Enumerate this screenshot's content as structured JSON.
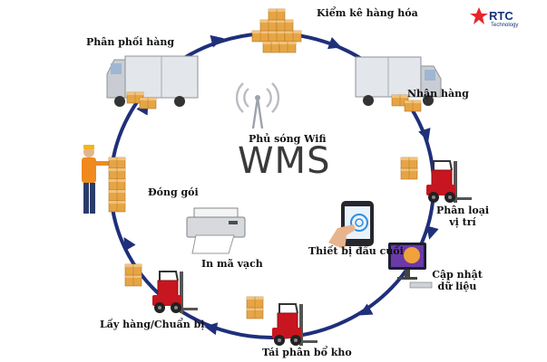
{
  "center_title": "WMS",
  "wifi_label": "Phủ sóng Wifi",
  "brand": {
    "name": "RTC",
    "sub": "Technology",
    "accent": "#e8262a",
    "navy": "#13337a"
  },
  "colors": {
    "cycle": "#1f2f7a",
    "forklift": "#c7161f",
    "box": "#e6a545",
    "worker_shirt": "#f08a1e"
  },
  "steps": [
    {
      "label": "Kiểm kê hàng hóa",
      "icon": "boxes-icon"
    },
    {
      "label": "Nhận hàng",
      "icon": "truck-icon"
    },
    {
      "label": "Phân loại",
      "label2": "vị trí",
      "icon": "forklift-icon"
    },
    {
      "label": "Cập nhật",
      "label2": "dữ liệu",
      "icon": "monitor-icon"
    },
    {
      "label": "Tái phân bổ kho",
      "icon": "forklift-icon"
    },
    {
      "label": "Lấy hàng/Chuẩn bị",
      "icon": "forklift-icon"
    },
    {
      "label": "Đóng gói",
      "icon": "worker-icon"
    },
    {
      "label": "Phân phối hàng",
      "icon": "truck-icon"
    }
  ],
  "inner": [
    {
      "label": "Thiết bị đầu cuối",
      "icon": "tablet-icon"
    },
    {
      "label": "In mã vạch",
      "icon": "printer-icon"
    }
  ]
}
